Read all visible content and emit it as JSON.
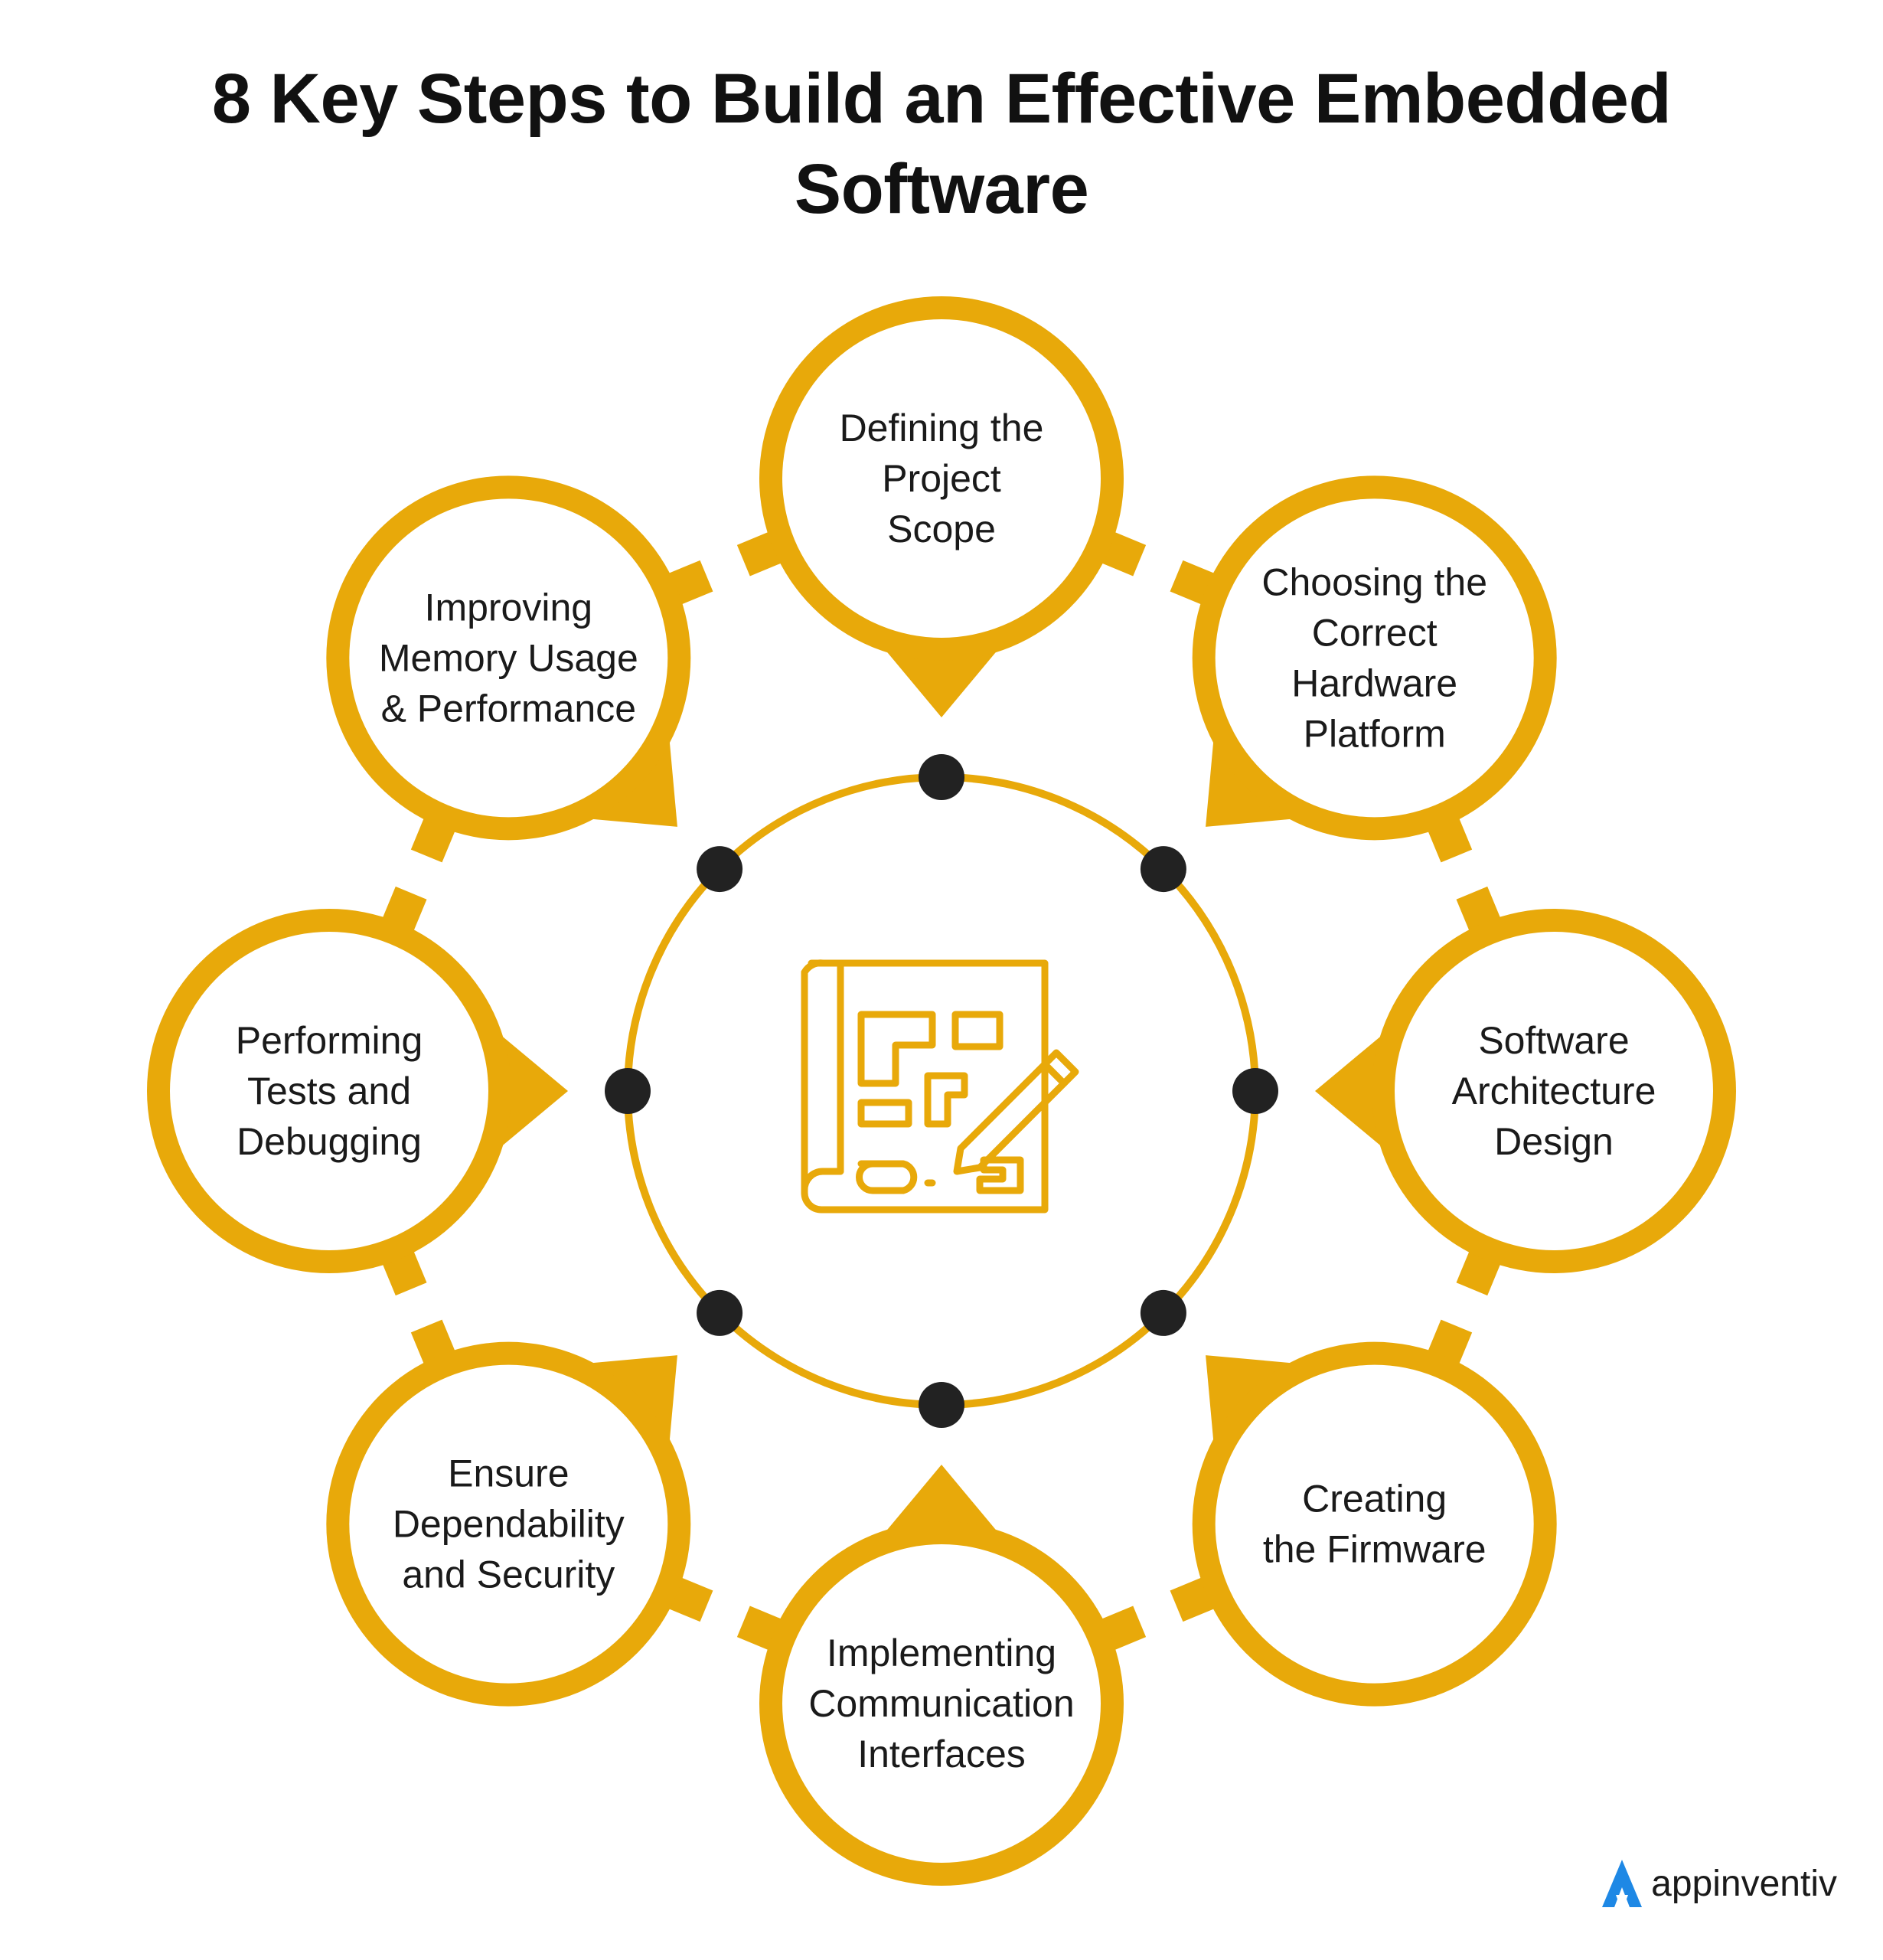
{
  "title": "8 Key Steps to Build an Effective Embedded Software",
  "colors": {
    "accent": "#E8A90A",
    "dot": "#222222",
    "text": "#1a1a1a",
    "brand_blue": "#1E88E5"
  },
  "center_icon": "blueprint-pencil-icon",
  "steps": [
    {
      "lines": [
        "Defining the",
        "Project",
        "Scope"
      ]
    },
    {
      "lines": [
        "Choosing the",
        "Correct",
        "Hardware",
        "Platform"
      ]
    },
    {
      "lines": [
        "Software",
        "Architecture",
        "Design"
      ]
    },
    {
      "lines": [
        "Creating",
        "the Firmware"
      ]
    },
    {
      "lines": [
        "Implementing",
        "Communication",
        "Interfaces"
      ]
    },
    {
      "lines": [
        "Ensure",
        "Dependability",
        "and Security"
      ]
    },
    {
      "lines": [
        "Performing",
        "Tests and",
        "Debugging"
      ]
    },
    {
      "lines": [
        "Improving",
        "Memory Usage",
        "& Performance"
      ]
    }
  ],
  "brand": {
    "name": "appinventiv",
    "icon": "appinventiv-logo-icon"
  }
}
